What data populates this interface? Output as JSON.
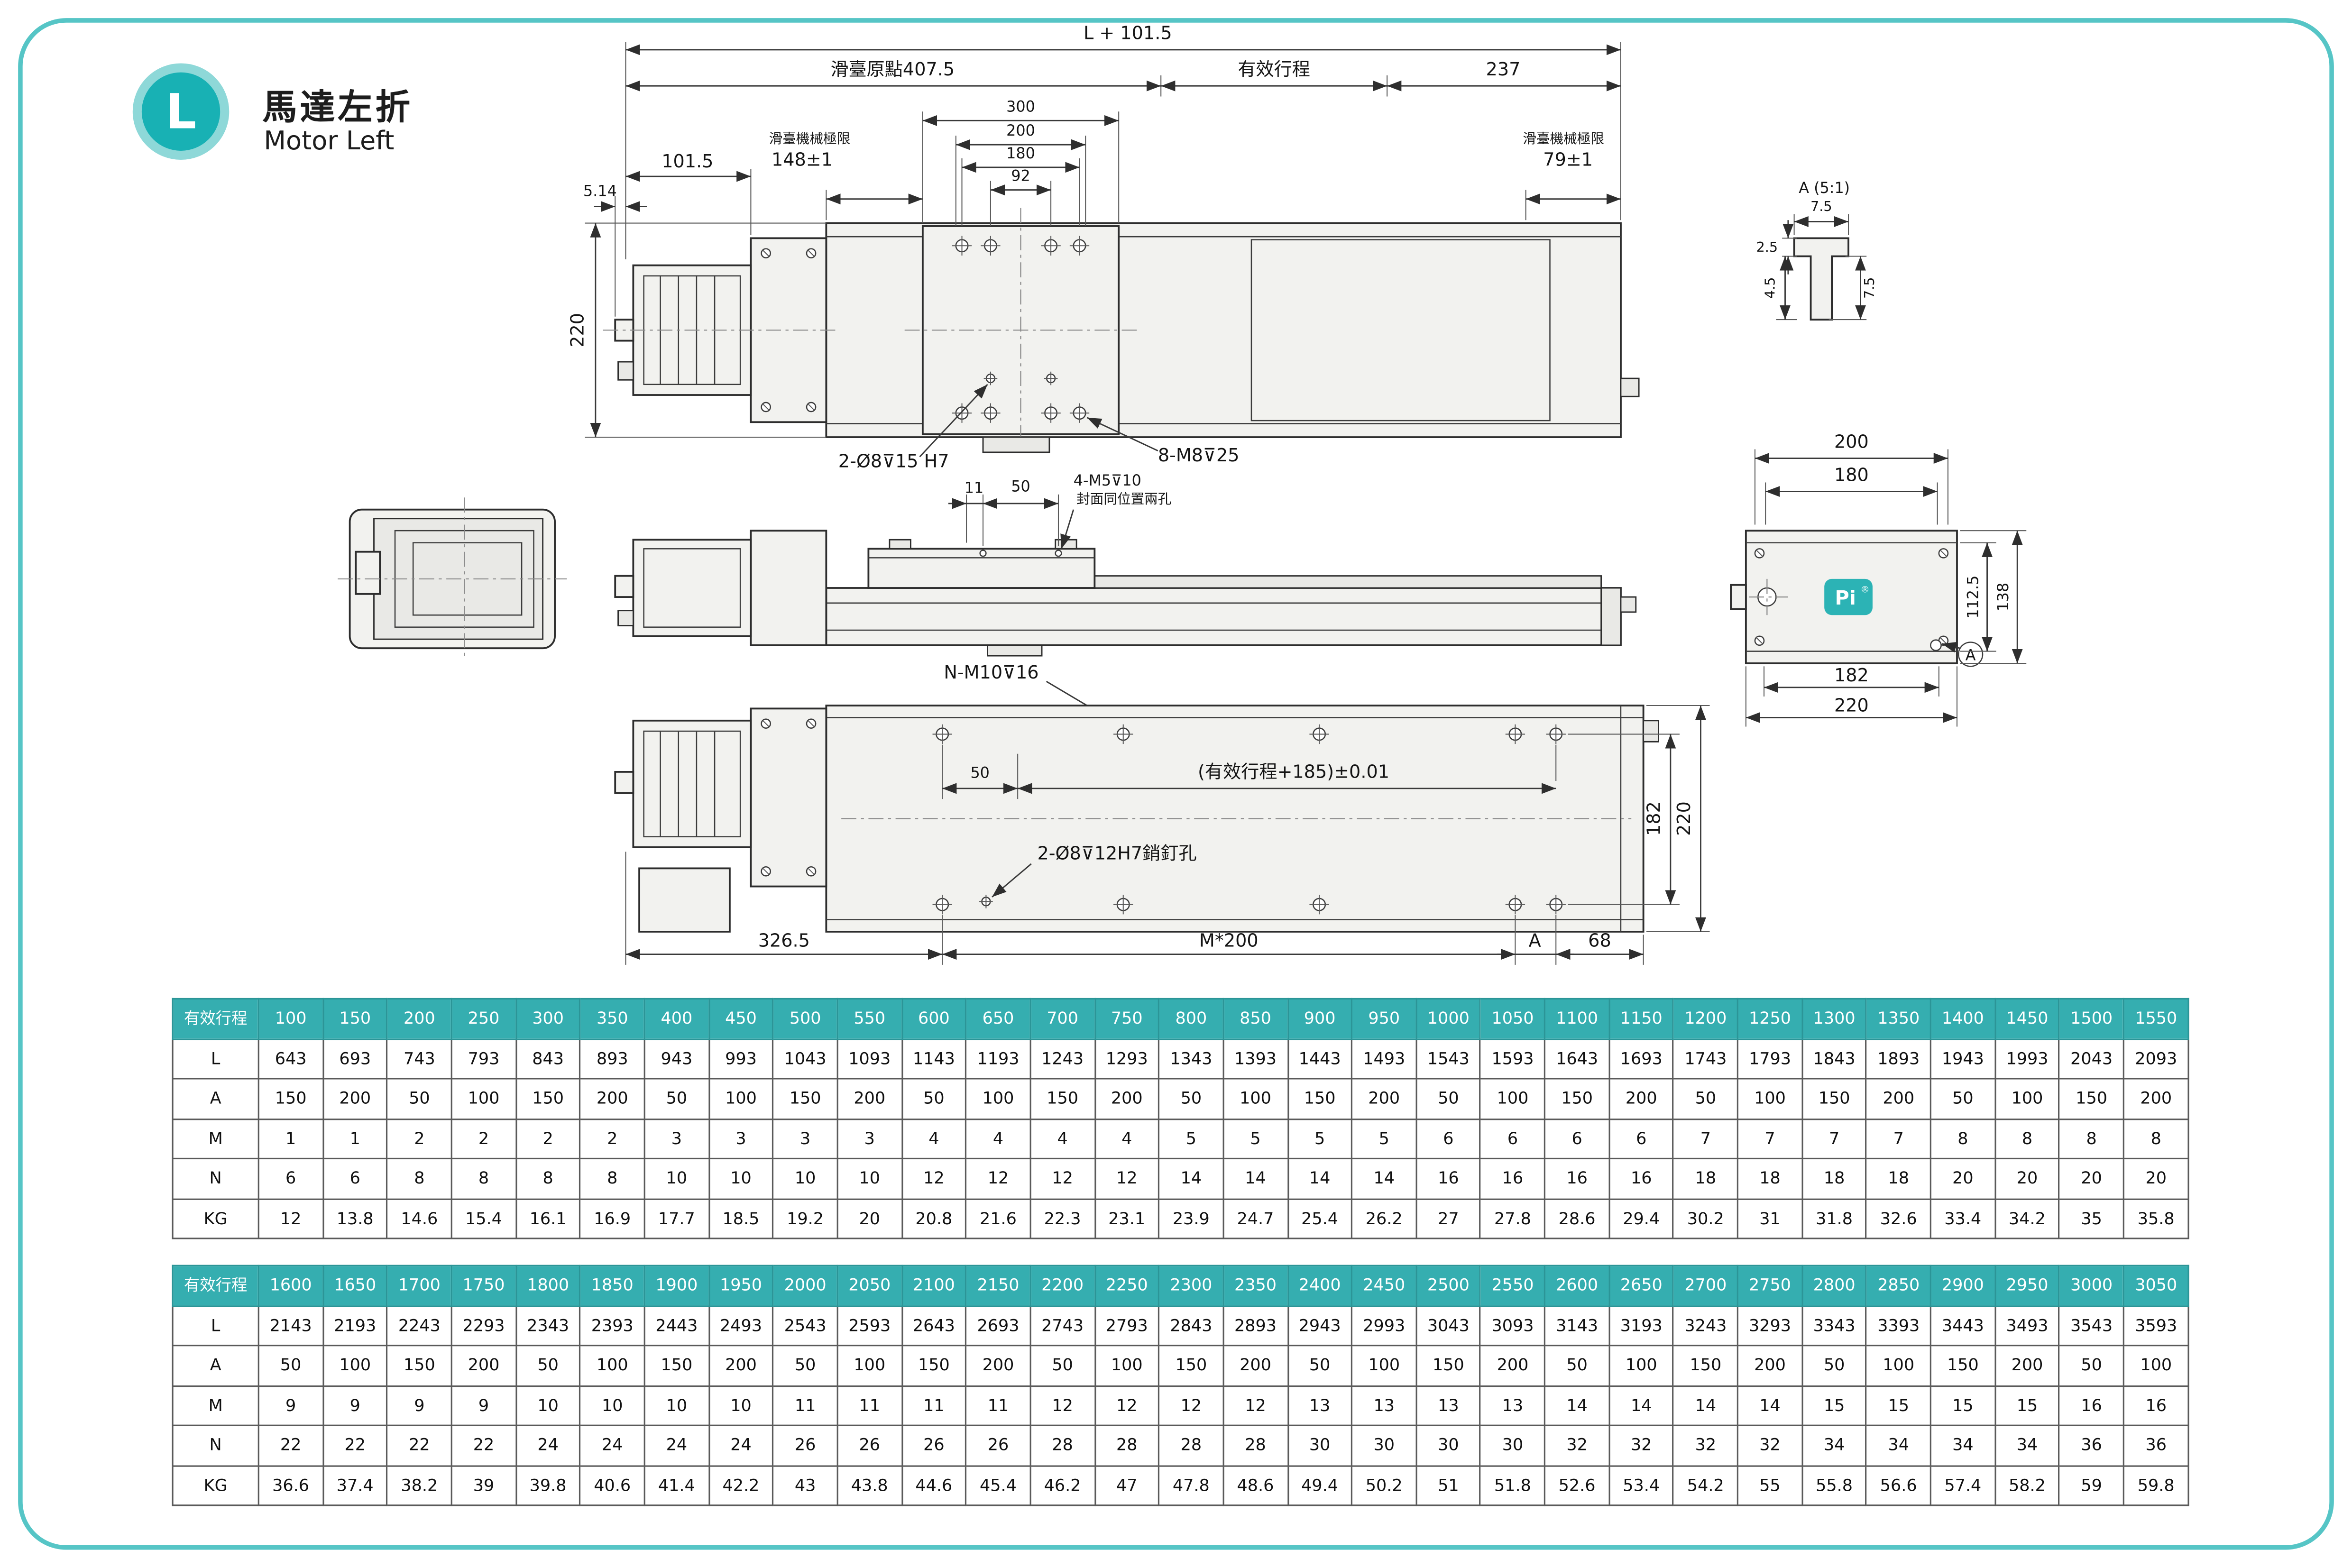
{
  "meta": {
    "accent": "#35aeb0",
    "border": "#56c5c6"
  },
  "header": {
    "badge": "L",
    "title_zh": "馬達左折",
    "title_en": "Motor Left"
  },
  "drawing": {
    "top": {
      "total": "L + 101.5",
      "origin": "滑臺原點407.5",
      "stroke": "有效行程",
      "d237": "237",
      "d300": "300",
      "d200": "200",
      "d180": "180",
      "d92": "92",
      "d101_5": "101.5",
      "d5_14": "5.14",
      "d220": "220",
      "limit_label_left": "滑臺機械極限",
      "limit_val_left": "148±1",
      "limit_label_right": "滑臺機械極限",
      "limit_val_right": "79±1",
      "pin_holes": "2-Ø8⊽15  H7",
      "m8_holes": "8-M8⊽25"
    },
    "side": {
      "d11": "11",
      "d50": "50",
      "m5_holes": "4-M5⊽10",
      "m5_note": "封面同位置兩孔",
      "m10_holes": "N-M10⊽16"
    },
    "bottom": {
      "d50": "50",
      "pitch_tol": "(有效行程+185)±0.01",
      "pin_holes": "2-Ø8⊽12H7銷釘孔",
      "d326_5": "326.5",
      "m200": "M*200",
      "dA": "A",
      "d68": "68",
      "d182": "182",
      "d220": "220"
    },
    "detail": {
      "title": "A (5:1)",
      "d7_5_top": "7.5",
      "d2_5": "2.5",
      "d4_5": "4.5",
      "d7_5_side": "7.5"
    },
    "end": {
      "d200": "200",
      "d180": "180",
      "d112_5": "112.5",
      "d138": "138",
      "d182": "182",
      "d220": "220",
      "logo": "Pi",
      "logo_reg": "®",
      "mark": "A"
    }
  },
  "tables": [
    {
      "stroke_label": "有效行程",
      "strokes": [
        "100",
        "150",
        "200",
        "250",
        "300",
        "350",
        "400",
        "450",
        "500",
        "550",
        "600",
        "650",
        "700",
        "750",
        "800",
        "850",
        "900",
        "950",
        "1000",
        "1050",
        "1100",
        "1150",
        "1200",
        "1250",
        "1300",
        "1350",
        "1400",
        "1450",
        "1500",
        "1550"
      ],
      "rows": [
        {
          "label": "L",
          "values": [
            "643",
            "693",
            "743",
            "793",
            "843",
            "893",
            "943",
            "993",
            "1043",
            "1093",
            "1143",
            "1193",
            "1243",
            "1293",
            "1343",
            "1393",
            "1443",
            "1493",
            "1543",
            "1593",
            "1643",
            "1693",
            "1743",
            "1793",
            "1843",
            "1893",
            "1943",
            "1993",
            "2043",
            "2093"
          ]
        },
        {
          "label": "A",
          "values": [
            "150",
            "200",
            "50",
            "100",
            "150",
            "200",
            "50",
            "100",
            "150",
            "200",
            "50",
            "100",
            "150",
            "200",
            "50",
            "100",
            "150",
            "200",
            "50",
            "100",
            "150",
            "200",
            "50",
            "100",
            "150",
            "200",
            "50",
            "100",
            "150",
            "200"
          ]
        },
        {
          "label": "M",
          "values": [
            "1",
            "1",
            "2",
            "2",
            "2",
            "2",
            "3",
            "3",
            "3",
            "3",
            "4",
            "4",
            "4",
            "4",
            "5",
            "5",
            "5",
            "5",
            "6",
            "6",
            "6",
            "6",
            "7",
            "7",
            "7",
            "7",
            "8",
            "8",
            "8",
            "8"
          ]
        },
        {
          "label": "N",
          "values": [
            "6",
            "6",
            "8",
            "8",
            "8",
            "8",
            "10",
            "10",
            "10",
            "10",
            "12",
            "12",
            "12",
            "12",
            "14",
            "14",
            "14",
            "14",
            "16",
            "16",
            "16",
            "16",
            "18",
            "18",
            "18",
            "18",
            "20",
            "20",
            "20",
            "20"
          ]
        },
        {
          "label": "KG",
          "values": [
            "12",
            "13.8",
            "14.6",
            "15.4",
            "16.1",
            "16.9",
            "17.7",
            "18.5",
            "19.2",
            "20",
            "20.8",
            "21.6",
            "22.3",
            "23.1",
            "23.9",
            "24.7",
            "25.4",
            "26.2",
            "27",
            "27.8",
            "28.6",
            "29.4",
            "30.2",
            "31",
            "31.8",
            "32.6",
            "33.4",
            "34.2",
            "35",
            "35.8"
          ]
        }
      ]
    },
    {
      "stroke_label": "有效行程",
      "strokes": [
        "1600",
        "1650",
        "1700",
        "1750",
        "1800",
        "1850",
        "1900",
        "1950",
        "2000",
        "2050",
        "2100",
        "2150",
        "2200",
        "2250",
        "2300",
        "2350",
        "2400",
        "2450",
        "2500",
        "2550",
        "2600",
        "2650",
        "2700",
        "2750",
        "2800",
        "2850",
        "2900",
        "2950",
        "3000",
        "3050"
      ],
      "rows": [
        {
          "label": "L",
          "values": [
            "2143",
            "2193",
            "2243",
            "2293",
            "2343",
            "2393",
            "2443",
            "2493",
            "2543",
            "2593",
            "2643",
            "2693",
            "2743",
            "2793",
            "2843",
            "2893",
            "2943",
            "2993",
            "3043",
            "3093",
            "3143",
            "3193",
            "3243",
            "3293",
            "3343",
            "3393",
            "3443",
            "3493",
            "3543",
            "3593"
          ]
        },
        {
          "label": "A",
          "values": [
            "50",
            "100",
            "150",
            "200",
            "50",
            "100",
            "150",
            "200",
            "50",
            "100",
            "150",
            "200",
            "50",
            "100",
            "150",
            "200",
            "50",
            "100",
            "150",
            "200",
            "50",
            "100",
            "150",
            "200",
            "50",
            "100",
            "150",
            "200",
            "50",
            "100"
          ]
        },
        {
          "label": "M",
          "values": [
            "9",
            "9",
            "9",
            "9",
            "10",
            "10",
            "10",
            "10",
            "11",
            "11",
            "11",
            "11",
            "12",
            "12",
            "12",
            "12",
            "13",
            "13",
            "13",
            "13",
            "14",
            "14",
            "14",
            "14",
            "15",
            "15",
            "15",
            "15",
            "16",
            "16"
          ]
        },
        {
          "label": "N",
          "values": [
            "22",
            "22",
            "22",
            "22",
            "24",
            "24",
            "24",
            "24",
            "26",
            "26",
            "26",
            "26",
            "28",
            "28",
            "28",
            "28",
            "30",
            "30",
            "30",
            "30",
            "32",
            "32",
            "32",
            "32",
            "34",
            "34",
            "34",
            "34",
            "36",
            "36"
          ]
        },
        {
          "label": "KG",
          "values": [
            "36.6",
            "37.4",
            "38.2",
            "39",
            "39.8",
            "40.6",
            "41.4",
            "42.2",
            "43",
            "43.8",
            "44.6",
            "45.4",
            "46.2",
            "47",
            "47.8",
            "48.6",
            "49.4",
            "50.2",
            "51",
            "51.8",
            "52.6",
            "53.4",
            "54.2",
            "55",
            "55.8",
            "56.6",
            "57.4",
            "58.2",
            "59",
            "59.8"
          ]
        }
      ]
    }
  ]
}
